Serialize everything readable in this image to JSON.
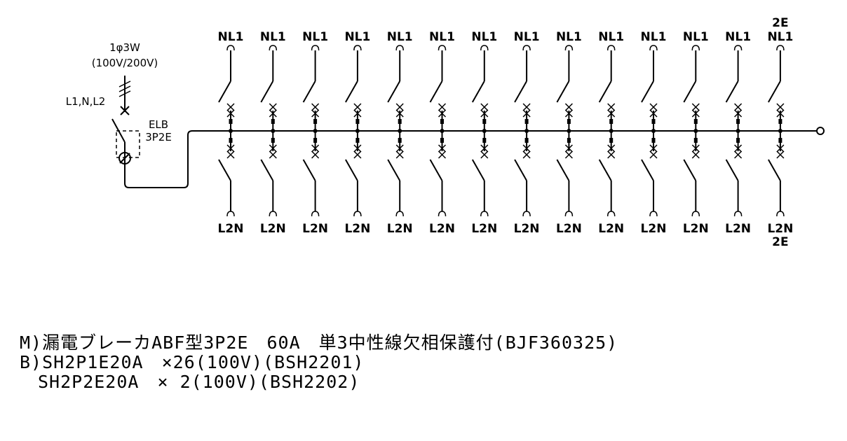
{
  "main": {
    "supply": "1φ3W",
    "voltage": "(100V/200V)",
    "phases": "L1,N,L2",
    "elb_name": "ELB",
    "elb_poles": "3P2E"
  },
  "branches": [
    {
      "top": "NL1",
      "bottom": "L2N"
    },
    {
      "top": "NL1",
      "bottom": "L2N"
    },
    {
      "top": "NL1",
      "bottom": "L2N"
    },
    {
      "top": "NL1",
      "bottom": "L2N"
    },
    {
      "top": "NL1",
      "bottom": "L2N"
    },
    {
      "top": "NL1",
      "bottom": "L2N"
    },
    {
      "top": "NL1",
      "bottom": "L2N"
    },
    {
      "top": "NL1",
      "bottom": "L2N"
    },
    {
      "top": "NL1",
      "bottom": "L2N"
    },
    {
      "top": "NL1",
      "bottom": "L2N"
    },
    {
      "top": "NL1",
      "bottom": "L2N"
    },
    {
      "top": "NL1",
      "bottom": "L2N"
    },
    {
      "top": "NL1",
      "bottom": "L2N"
    },
    {
      "top": "NL1",
      "bottom": "L2N",
      "top_extra": "2E",
      "bottom_extra": "2E"
    }
  ],
  "notes": [
    "M)漏電ブレーカABF型3P2E　60A　単3中性線欠相保護付(BJF360325)",
    "B)SH2P1E20A　×26(100V)(BSH2201)",
    "　SH2P2E20A　× 2(100V)(BSH2202)"
  ]
}
